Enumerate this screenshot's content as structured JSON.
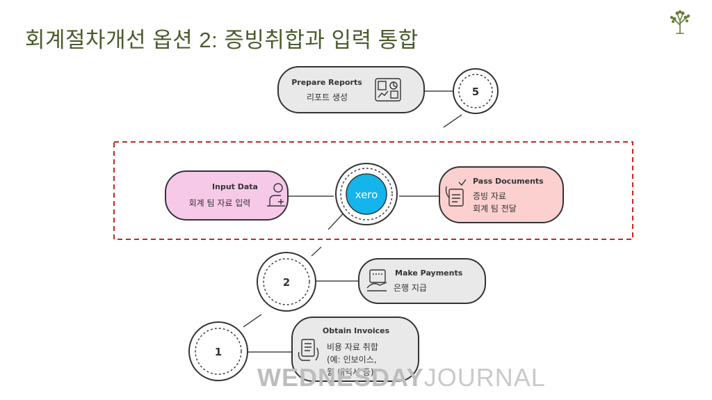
{
  "title": "회계절차개선 옵션 2: 증빙취합과 입력 통합",
  "steps": {
    "prepare_reports": {
      "title": "Prepare Reports",
      "line1": "리포트 생성",
      "number": "5"
    },
    "input_data": {
      "title": "Input Data",
      "line1": "회계 팀 자료 입력"
    },
    "xero": {
      "label": "xero"
    },
    "pass_documents": {
      "title": "Pass Documents",
      "line1": "증빙 자료",
      "line2": "회계 팀 전달"
    },
    "make_payments": {
      "title": "Make Payments",
      "line1": "은행 지급",
      "number": "2"
    },
    "obtain_invoices": {
      "title": "Obtain Invoices",
      "line1": "비용 자료 취합",
      "line2": "(예: 인보이스,",
      "line3": "월 내역서 등)",
      "number": "1"
    }
  },
  "watermark": {
    "bold": "WEDNESDAY",
    "thin": "JOURNAL"
  },
  "colors": {
    "title": "#4b5a2d",
    "input_fill": "#f7c9e9",
    "pass_fill": "#fbd0cf",
    "grey_fill": "#e9e9e9",
    "xero_blue": "#13b5ea",
    "dashed_red": "#cc2222"
  },
  "icons": {
    "logo": "tree-icon",
    "prepare_reports": "report-charts-icon",
    "input_data": "person-add-icon",
    "pass_documents": "document-hand-icon",
    "make_payments": "payment-hand-icon",
    "obtain_invoices": "invoice-hand-icon"
  }
}
